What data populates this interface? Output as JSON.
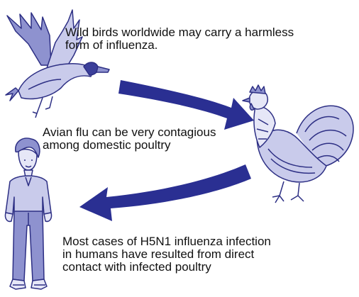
{
  "captions": {
    "wild_birds": "Wild birds worldwide may carry a harmless\nform of influenza.",
    "poultry": "Avian flu can be very contagious\namong domestic poultry",
    "humans": "Most cases of H5N1 influenza infection\nin humans have resulted from direct\ncontact with infected poultry"
  },
  "colors": {
    "arrow": "#2a2f92",
    "ink": "#2d2f84",
    "fill_light": "#c9cbeb",
    "fill_mid": "#8e92cf"
  },
  "icons": [
    "duck-icon",
    "rooster-icon",
    "person-icon",
    "arrow-right-icon",
    "arrow-left-icon"
  ]
}
